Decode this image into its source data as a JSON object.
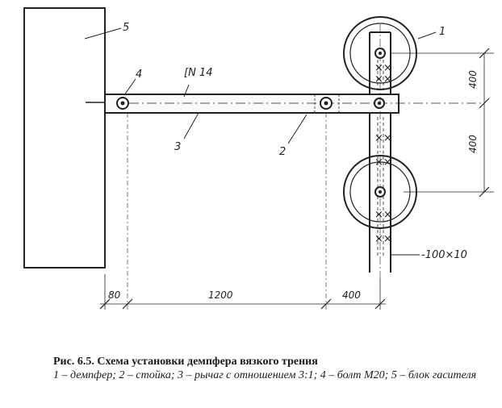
{
  "labels": {
    "damper": "1",
    "post": "2",
    "lever": "3",
    "bolt": "4",
    "block": "5",
    "channel": "[N 14",
    "strip": "-100×10"
  },
  "dimensions": {
    "d80": "80",
    "d1200": "1200",
    "d400_bottom": "400",
    "d400_top": "400",
    "d400_lower": "400"
  },
  "caption": {
    "title": "Рис. 6.5. Схема установки демпфера вязкого трения",
    "legend": "1 – демпфер; 2 – стойка; 3 – рычаг с отношением 3:1; 4 – болт М20; 5 – блок гасителя"
  }
}
